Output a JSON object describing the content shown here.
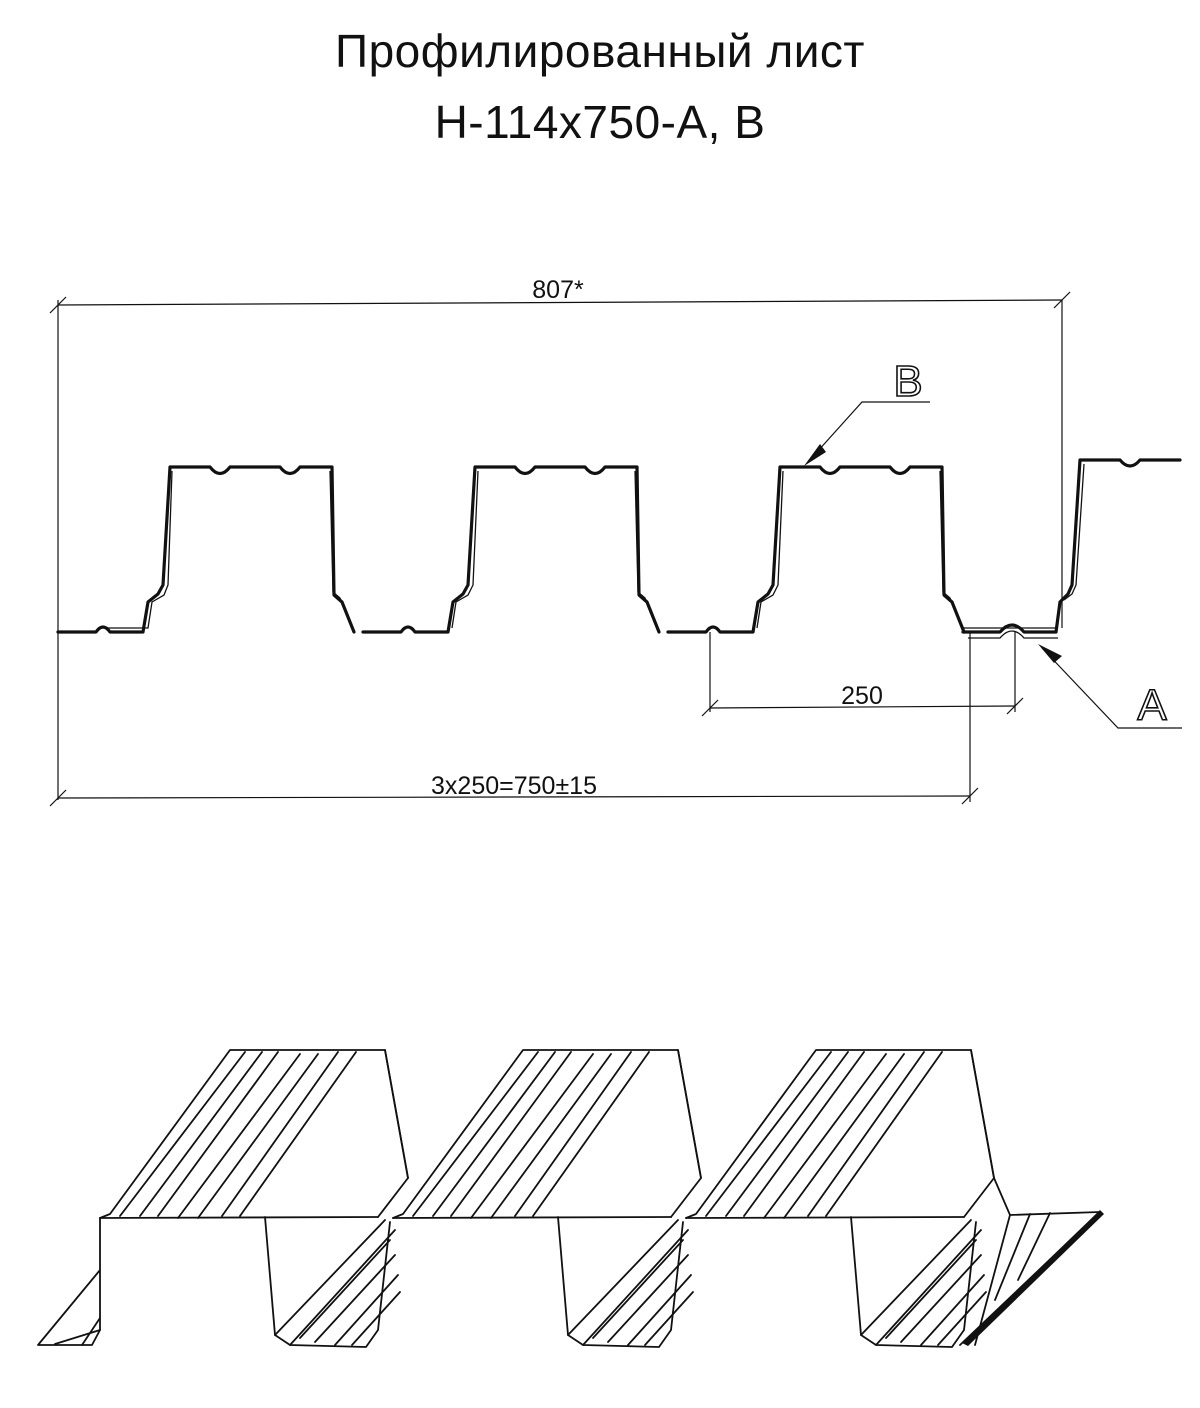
{
  "title": {
    "line1": "Профилированный лист",
    "line2": "Н-114х750-А, В"
  },
  "dimensions": {
    "overall": "807*",
    "pitch": "250",
    "working_width": "3х250=750±15"
  },
  "callouts": {
    "top": "В",
    "bottom": "А"
  }
}
